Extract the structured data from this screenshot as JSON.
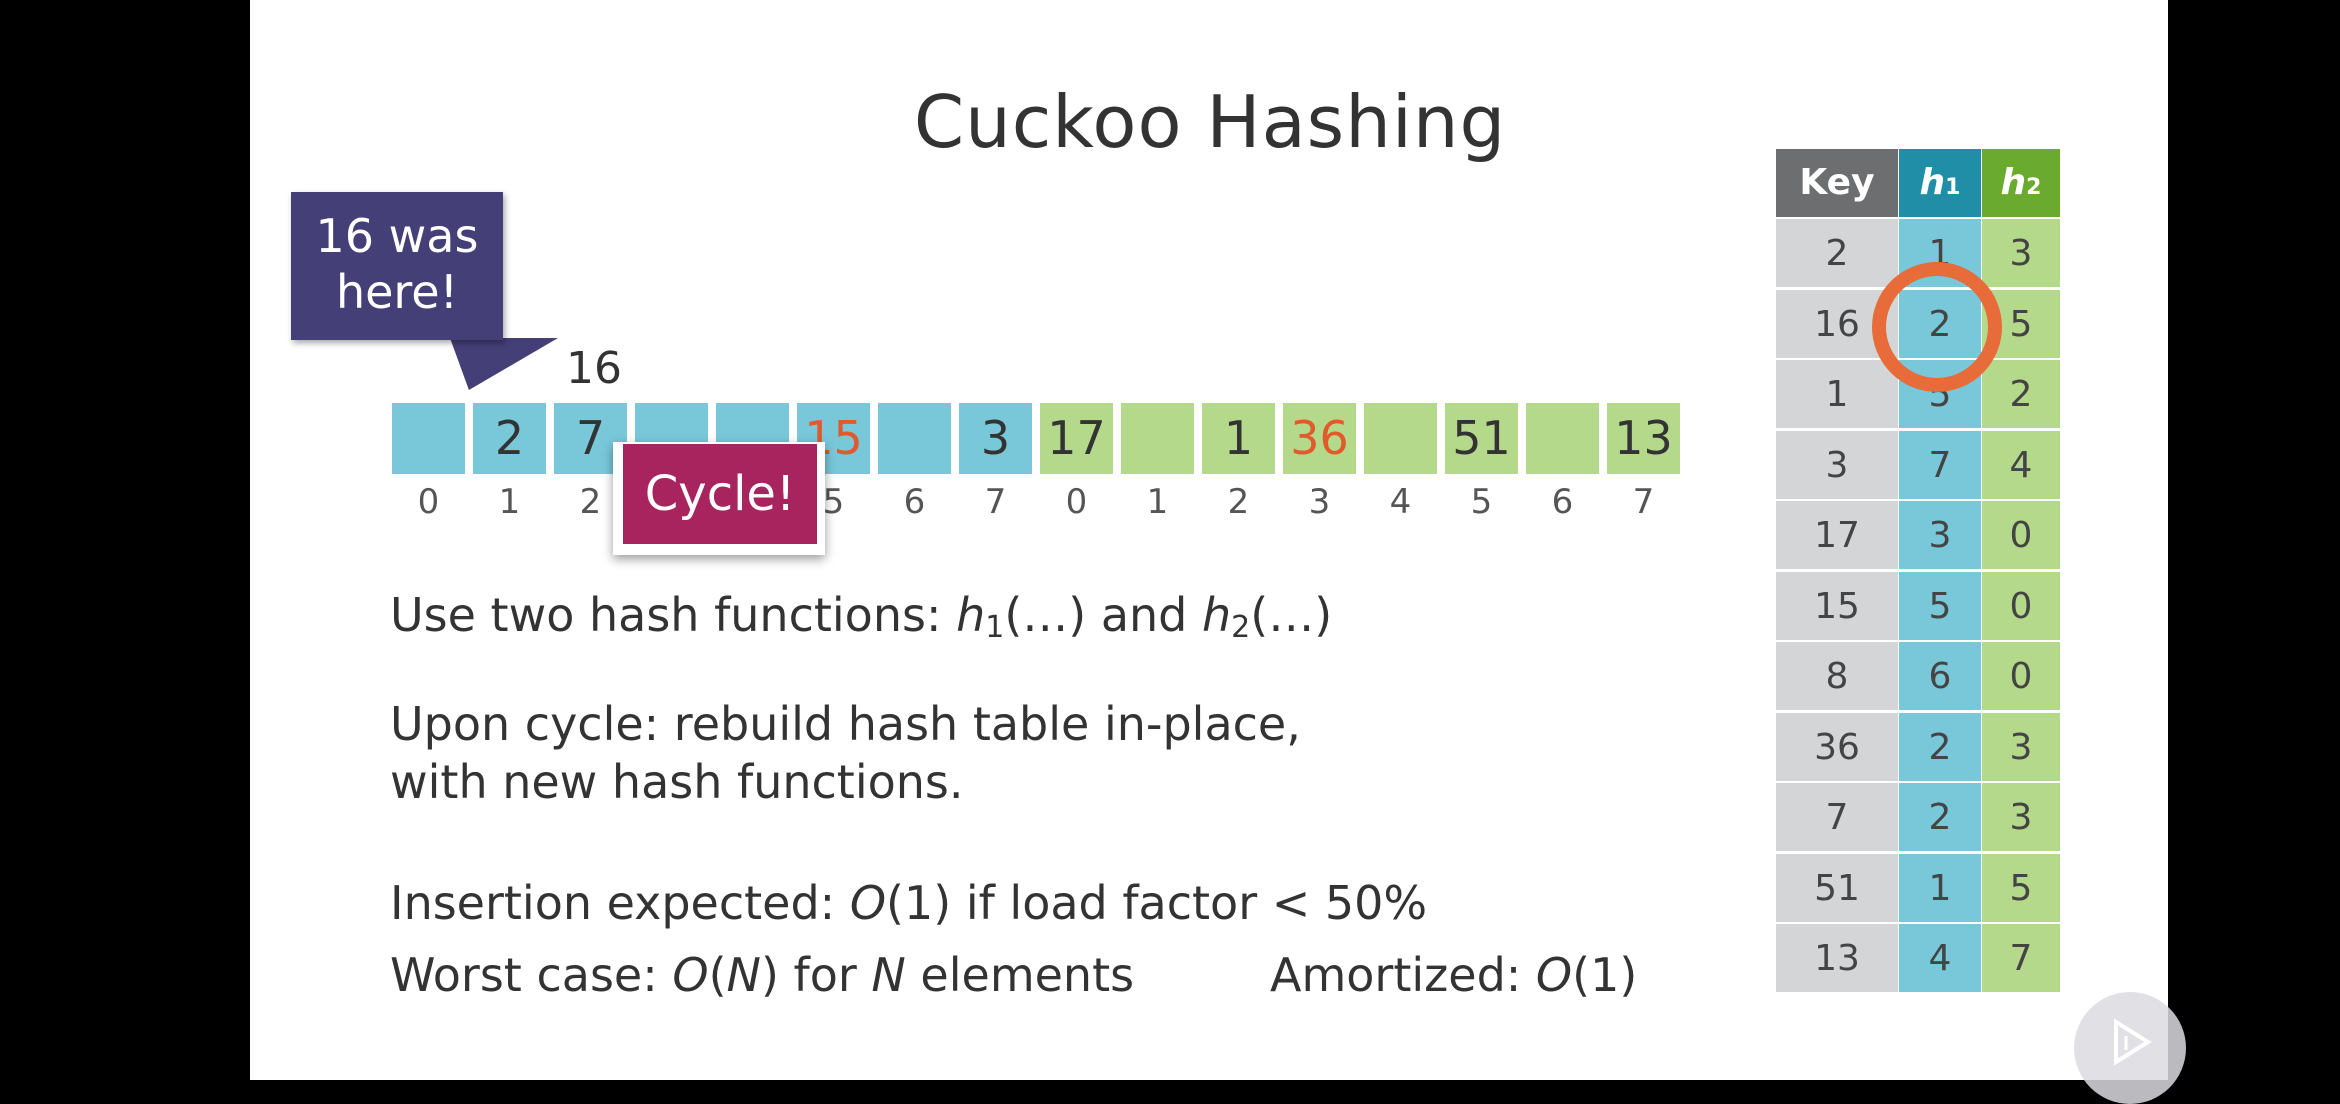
{
  "slide": {
    "title": "Cuckoo Hashing",
    "callout": "16 was here!",
    "floating_key": "16",
    "cycle_label": "Cycle!",
    "table1": {
      "color": "#78c8da",
      "cells": [
        "",
        "2",
        "7",
        "",
        "",
        "15",
        "",
        "3"
      ],
      "indices": [
        "0",
        "1",
        "2",
        "",
        "",
        "5",
        "6",
        "7"
      ]
    },
    "table2": {
      "color": "#b5d98a",
      "cells": [
        "17",
        "",
        "1",
        "36",
        "",
        "51",
        "",
        "13"
      ],
      "indices": [
        "0",
        "1",
        "2",
        "3",
        "4",
        "5",
        "6",
        "7"
      ]
    },
    "highlight_color": "#e2592b",
    "lines": {
      "l1_prefix": "Use two hash functions: ",
      "h": "h",
      "sub1": "1",
      "paren1": "(…) and ",
      "sub2": "2",
      "paren2": "(…)",
      "l2a": "Upon cycle: rebuild hash table in-place,",
      "l2b": "with new hash functions.",
      "l3_prefix": "Insertion expected: ",
      "O": "O",
      "l3_mid": "(1) if load factor < 50%",
      "l4_prefix": "Worst case: ",
      "l4_paren_open": "(",
      "N": "N",
      "l4_mid": ") for ",
      "l4_suffix": " elements",
      "l5_prefix": "Amortized: ",
      "l5_suffix": "(1)"
    },
    "hash_table": {
      "headers": [
        "Key",
        "h",
        "h"
      ],
      "header_subs": [
        "",
        "1",
        "2"
      ],
      "header_colors": [
        "#6d6e70",
        "#1f8ea6",
        "#6aaa2e"
      ],
      "rows": [
        [
          "2",
          "1",
          "3"
        ],
        [
          "16",
          "2",
          "5"
        ],
        [
          "1",
          "5",
          "2"
        ],
        [
          "3",
          "7",
          "4"
        ],
        [
          "17",
          "3",
          "0"
        ],
        [
          "15",
          "5",
          "0"
        ],
        [
          "8",
          "6",
          "0"
        ],
        [
          "36",
          "2",
          "3"
        ],
        [
          "7",
          "2",
          "3"
        ],
        [
          "51",
          "1",
          "5"
        ],
        [
          "13",
          "4",
          "7"
        ]
      ]
    }
  }
}
